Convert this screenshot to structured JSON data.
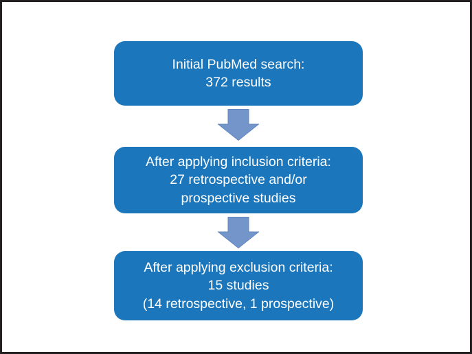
{
  "figure": {
    "type": "flowchart",
    "description": "PubMed study selection flow diagram",
    "boxes": [
      {
        "id": "initial-search",
        "lines": [
          "Initial PubMed search:",
          "372 results"
        ]
      },
      {
        "id": "inclusion-criteria",
        "lines": [
          "After applying inclusion criteria:",
          "27 retrospective and/or",
          "prospective studies"
        ]
      },
      {
        "id": "exclusion-criteria",
        "lines": [
          "After applying exclusion criteria:",
          "15 studies",
          "(14 retrospective, 1 prospective)"
        ]
      }
    ],
    "connectors": [
      {
        "from": "initial-search",
        "to": "inclusion-criteria",
        "shape": "block-arrow-down"
      },
      {
        "from": "inclusion-criteria",
        "to": "exclusion-criteria",
        "shape": "block-arrow-down"
      }
    ],
    "colors": {
      "box_fill": "#1B76BC",
      "box_text": "#FFFFFF",
      "arrow_fill": "#7495C9",
      "arrow_stroke": "#5F86C0",
      "border": "#231F20",
      "background": "#FFFFFF"
    }
  }
}
